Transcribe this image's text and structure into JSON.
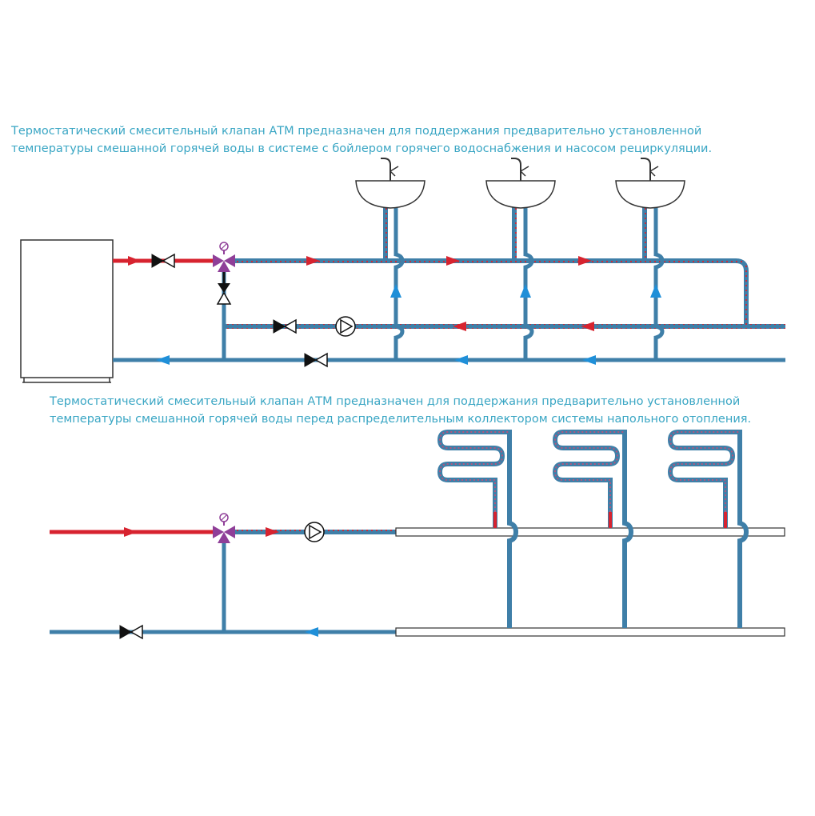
{
  "captions": {
    "top": {
      "line1": "Термостатический смесительный клапан АТМ предназначен для поддержания предварительно установленной",
      "line2": "температуры смешанной горячей воды в системе с бойлером горячего водоснабжения и насосом рециркуляции."
    },
    "bottom": {
      "line1": "Термостатический смесительный клапан АТМ предназначен для поддержания предварительно установленной",
      "line2": "температуры смешанной горячей воды перед распределительным коллектором системы напольного отопления."
    }
  },
  "colors": {
    "hot": "#d7232f",
    "cold": "#3f7fa8",
    "cold_arrow": "#1f8fd8",
    "valve_body": "#8f3f98",
    "caption": "#3aa6c4",
    "outline": "#333333"
  },
  "icons": [
    "boiler-icon",
    "gate-valve-icon",
    "thermostatic-mixing-valve-icon",
    "check-valve-icon",
    "circulation-pump-icon",
    "sink-icon",
    "faucet-icon",
    "floor-heating-loop-icon",
    "manifold-icon"
  ]
}
